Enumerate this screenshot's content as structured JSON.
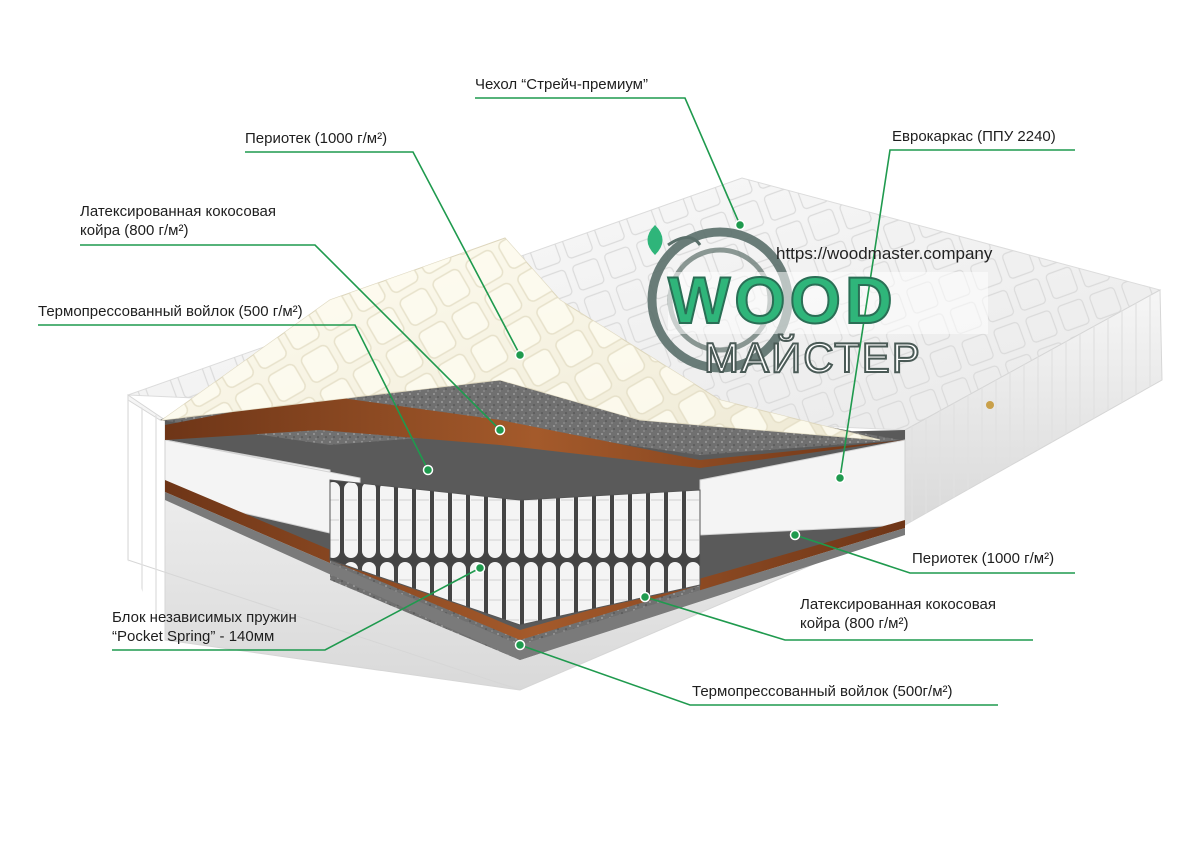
{
  "labels": {
    "cover": "Чехол “Стрейч-премиум”",
    "periotek_top": "Периотек (1000 г/м²)",
    "eurocarcass": "Еврокаркас (ППУ 2240)",
    "coir_top_1": "Латексированная кокосовая",
    "coir_top_2": "койра (800 г/м²)",
    "felt_top": "Термопрессованный войлок (500 г/м²)",
    "periotek_bottom": "Периотек (1000 г/м²)",
    "coir_bottom_1": "Латексированная кокосовая",
    "coir_bottom_2": "койра (800 г/м²)",
    "springs_1": "Блок независимых пружин",
    "springs_2": "“Pocket Spring” - 140мм",
    "felt_bottom": "Термопрессованный войлок (500г/м²)"
  },
  "logo": {
    "url": "https://woodmaster.company",
    "word_top": "WOOD",
    "word_bottom": "МАЙСТЕР"
  },
  "colors": {
    "leader_line": "#1f9a4e",
    "logo_green": "#2fb57a",
    "coir": "#8a4a22",
    "felt": "#5e5e5e"
  }
}
